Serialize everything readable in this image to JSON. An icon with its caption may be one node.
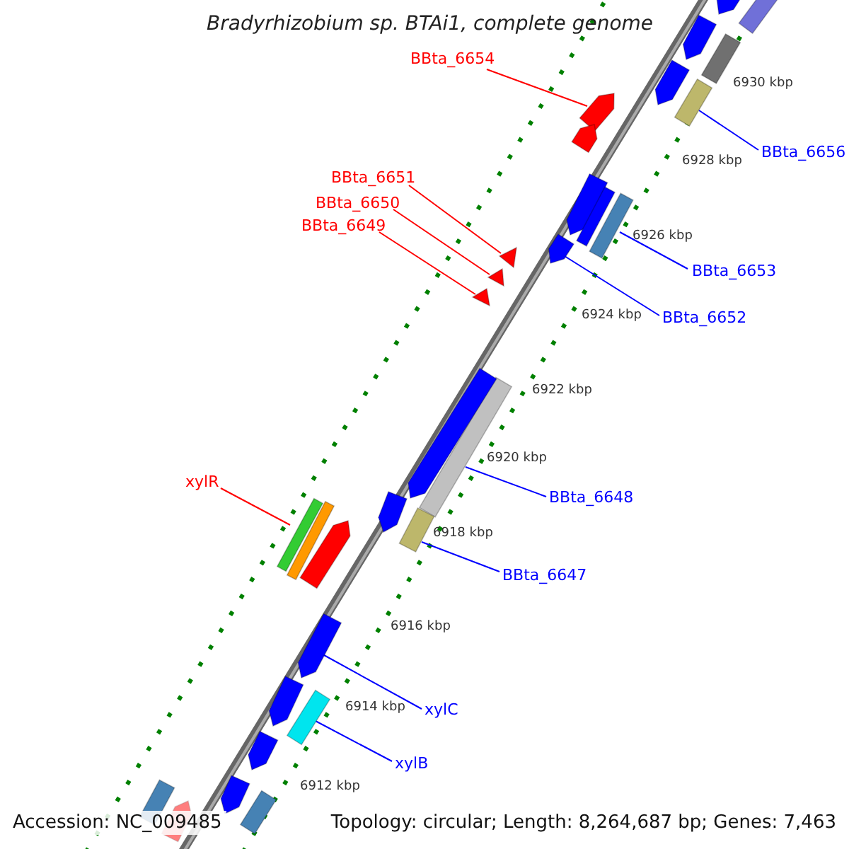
{
  "diagram": {
    "title": "Bradyrhizobium sp. BTAi1, complete genome",
    "nodes": [
      {
        "text": [
          "BBta_6654"
        ]
      },
      {
        "text": [],
        "shape": "arrow"
      },
      {
        "text": [
          "BBta_6656"
        ]
      },
      {
        "text": [],
        "shape": "bar"
      },
      {
        "text": [
          "BBta_6651"
        ]
      },
      {
        "text": [],
        "shape": "triangle"
      },
      {
        "text": [
          "BBta_6650"
        ]
      },
      {
        "text": [],
        "shape": "triangle"
      },
      {
        "text": [
          "BBta_6649"
        ]
      },
      {
        "text": [],
        "shape": "triangle"
      },
      {
        "text": [
          "BBta_6653"
        ]
      },
      {
        "text": [],
        "shape": "bar"
      },
      {
        "text": [
          "BBta_6652"
        ]
      },
      {
        "text": [],
        "shape": "arrow"
      },
      {
        "text": [
          "BBta_6648"
        ]
      },
      {
        "text": [],
        "shape": "bar"
      },
      {
        "text": [
          "xylR"
        ]
      },
      {
        "text": [],
        "shape": "bar"
      },
      {
        "text": [
          "BBta_6647"
        ]
      },
      {
        "text": [],
        "shape": "bar"
      },
      {
        "text": [
          "xylC"
        ]
      },
      {
        "text": [],
        "shape": "arrow"
      },
      {
        "text": [
          "xylB"
        ]
      },
      {
        "text": [],
        "shape": "bar"
      },
      {
        "text": [],
        "shape": "bar"
      },
      {
        "text": [],
        "shape": "arrow"
      },
      {
        "text": [],
        "shape": "arrow"
      },
      {
        "text": [],
        "shape": "bar"
      },
      {
        "text": [],
        "shape": "arrow"
      },
      {
        "text": [],
        "shape": "arrow"
      },
      {
        "text": [],
        "shape": "arrow"
      },
      {
        "text": [],
        "shape": "bar"
      },
      {
        "text": [],
        "shape": "arrow"
      },
      {
        "text": [],
        "shape": "arrow"
      },
      {
        "text": [],
        "shape": "bar"
      },
      {
        "text": [],
        "shape": "arrow"
      },
      {
        "text": [],
        "shape": "arrow"
      },
      {
        "text": [],
        "shape": "arrow"
      },
      {
        "text": [],
        "shape": "arrow"
      },
      {
        "text": [],
        "shape": "bar"
      },
      {
        "text": [],
        "shape": "bar"
      },
      {
        "text": [],
        "shape": "arrow"
      }
    ],
    "edges": [
      {
        "from": 0,
        "to": 1,
        "arrow": "none",
        "color": "#ff0000"
      },
      {
        "from": 2,
        "to": 3,
        "arrow": "none"
      },
      {
        "from": 4,
        "to": 5,
        "arrow": "none",
        "color": "#ff0000"
      },
      {
        "from": 6,
        "to": 7,
        "arrow": "none",
        "color": "#ff0000"
      },
      {
        "from": 8,
        "to": 9,
        "arrow": "none",
        "color": "#ff0000"
      },
      {
        "from": 10,
        "to": 11,
        "arrow": "none"
      },
      {
        "from": 12,
        "to": 13,
        "arrow": "none"
      },
      {
        "from": 14,
        "to": 15,
        "arrow": "none"
      },
      {
        "from": 16,
        "to": 17,
        "arrow": "none",
        "color": "#ff0000"
      },
      {
        "from": 18,
        "to": 19,
        "arrow": "none"
      },
      {
        "from": 20,
        "to": 21,
        "arrow": "none"
      },
      {
        "from": 22,
        "to": 23,
        "arrow": "none"
      }
    ],
    "labels": [
      "6930 kbp",
      "6928 kbp",
      "6926 kbp",
      "6924 kbp",
      "6922 kbp",
      "6920 kbp",
      "6918 kbp",
      "6916 kbp",
      "6914 kbp",
      "6912 kbp",
      "Accession: NC_009485",
      "Topology: circular; Length: 8,264,687 bp; Genes: 7,463"
    ]
  }
}
